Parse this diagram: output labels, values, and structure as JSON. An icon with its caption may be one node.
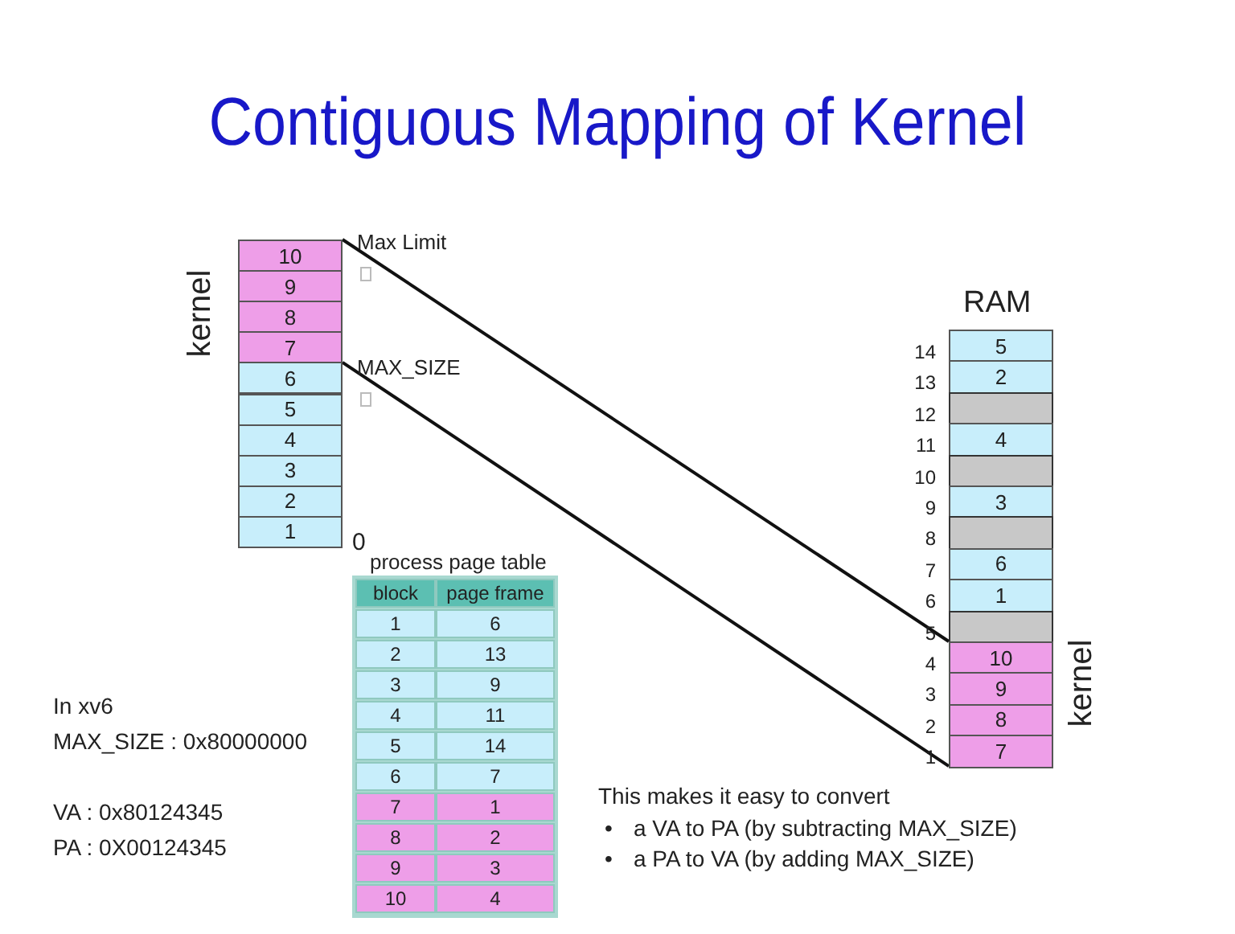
{
  "diagram": {
    "title": "Contiguous Mapping of Kernel",
    "nodes": [
      {
        "text": [
          "10"
        ]
      },
      {
        "text": [
          "9"
        ]
      },
      {
        "text": [
          "8"
        ]
      },
      {
        "text": [
          "7"
        ]
      },
      {
        "text": [
          "6"
        ]
      },
      {
        "text": [
          "5"
        ]
      },
      {
        "text": [
          "4"
        ]
      },
      {
        "text": [
          "3"
        ]
      },
      {
        "text": [
          "2"
        ]
      },
      {
        "text": [
          "1"
        ]
      },
      {
        "text": [
          "5"
        ]
      },
      {
        "text": [
          "2"
        ]
      },
      {
        "text": [],
        "shape": "box"
      },
      {
        "text": [
          "4"
        ]
      },
      {
        "text": [],
        "shape": "box"
      },
      {
        "text": [
          "3"
        ]
      },
      {
        "text": [],
        "shape": "box"
      },
      {
        "text": [
          "6"
        ]
      },
      {
        "text": [
          "1"
        ]
      },
      {
        "text": [],
        "shape": "box"
      },
      {
        "text": [
          "10"
        ]
      },
      {
        "text": [
          "9"
        ]
      },
      {
        "text": [
          "8"
        ]
      },
      {
        "text": [
          "7"
        ]
      }
    ],
    "edges": [
      {
        "from": 0,
        "to": 20,
        "arrow": "none"
      },
      {
        "from": 3,
        "to": 23,
        "arrow": "none"
      }
    ],
    "labels": [
      "Max Limit",
      "kernel",
      "RAM",
      "MAX_SIZE",
      "14",
      "13",
      "12",
      "11",
      "10",
      "9",
      "8",
      "7",
      "6",
      "5",
      "4",
      "3",
      "2",
      "1",
      "kernel",
      "0",
      "process page table",
      "block",
      "page frame",
      "1",
      "6",
      "2",
      "13",
      "3",
      "9",
      "4",
      "11",
      "5",
      "14",
      "6",
      "7",
      "7",
      "1",
      "8",
      "2",
      "9",
      "3",
      "10",
      "4",
      "In xv6",
      "MAX_SIZE : 0x80000000",
      "VA : 0x80124345",
      "PA : 0X00124345",
      "This makes it easy to convert",
      "•",
      "a VA to PA (by subtracting MAX_SIZE)",
      "•",
      "a PA to VA (by adding MAX_SIZE)"
    ]
  }
}
